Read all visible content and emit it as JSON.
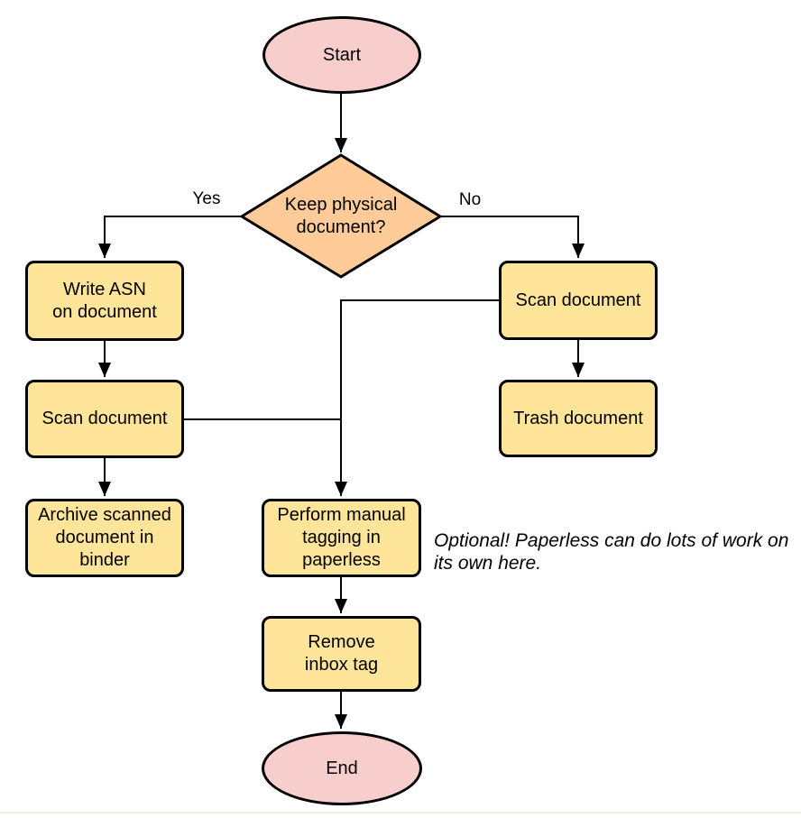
{
  "colors": {
    "terminator_fill": "#f8cecc",
    "process_fill": "#ffe599",
    "decision_fill": "#ffcc99",
    "stroke": "#000000",
    "note_text": "#000000",
    "page_edge": "#efefe6"
  },
  "nodes": {
    "start": {
      "label": "Start"
    },
    "decision": {
      "label": "Keep physical\ndocument?"
    },
    "write_asn": {
      "label": "Write ASN\non document"
    },
    "scan_left": {
      "label": "Scan document"
    },
    "archive": {
      "label": "Archive scanned\ndocument in\nbinder"
    },
    "scan_right": {
      "label": "Scan document"
    },
    "trash": {
      "label": "Trash document"
    },
    "tagging": {
      "label": "Perform manual\ntagging in\npaperless"
    },
    "remove_inbox": {
      "label": "Remove\ninbox tag"
    },
    "end": {
      "label": "End"
    }
  },
  "edge_labels": {
    "yes": "Yes",
    "no": "No"
  },
  "note": {
    "text": "Optional! Paperless can do lots of work on\nits own here."
  }
}
